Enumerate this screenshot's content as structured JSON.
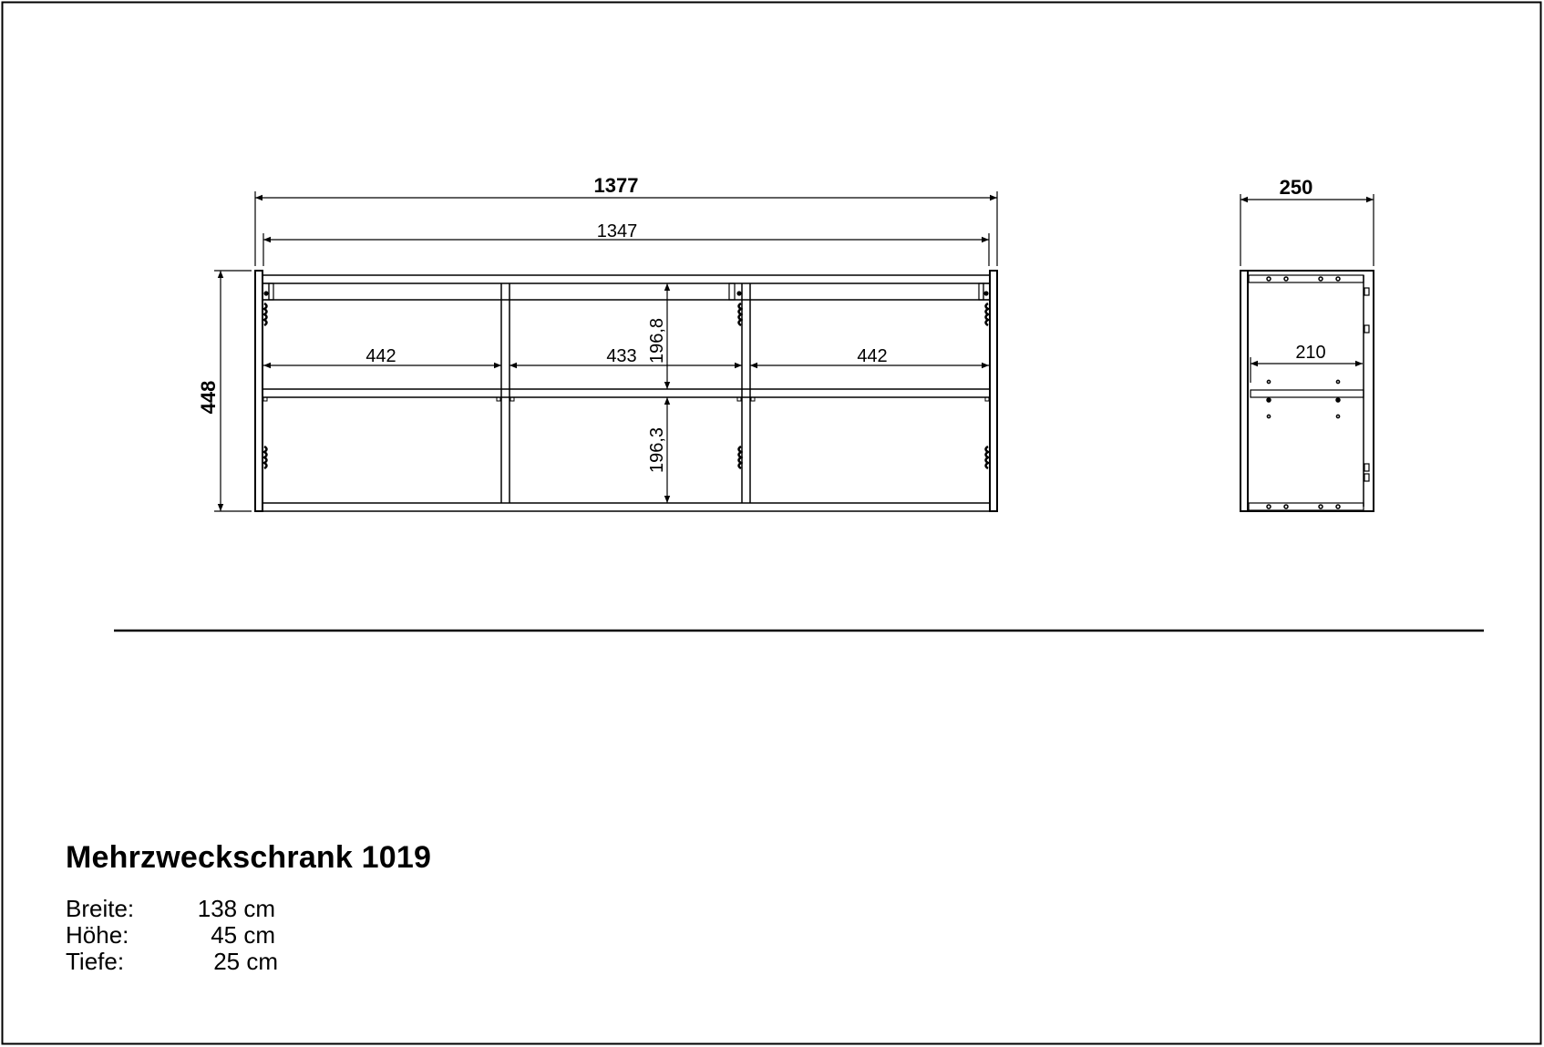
{
  "product": {
    "title": "Mehrzweckschrank 1019",
    "specs": [
      {
        "label": "Breite:",
        "value": "138 cm"
      },
      {
        "label": "Höhe:",
        "value": "45 cm"
      },
      {
        "label": "Tiefe:",
        "value": "25 cm"
      }
    ]
  },
  "front_view": {
    "overall_width": "1377",
    "inner_width": "1347",
    "overall_height": "448",
    "compartment_widths": [
      "442",
      "433",
      "442"
    ],
    "upper_compartment_height": "196,8",
    "lower_compartment_height": "196,3"
  },
  "side_view": {
    "overall_depth": "250",
    "inner_depth": "210"
  },
  "colors": {
    "line": "#000000",
    "background": "#ffffff"
  }
}
